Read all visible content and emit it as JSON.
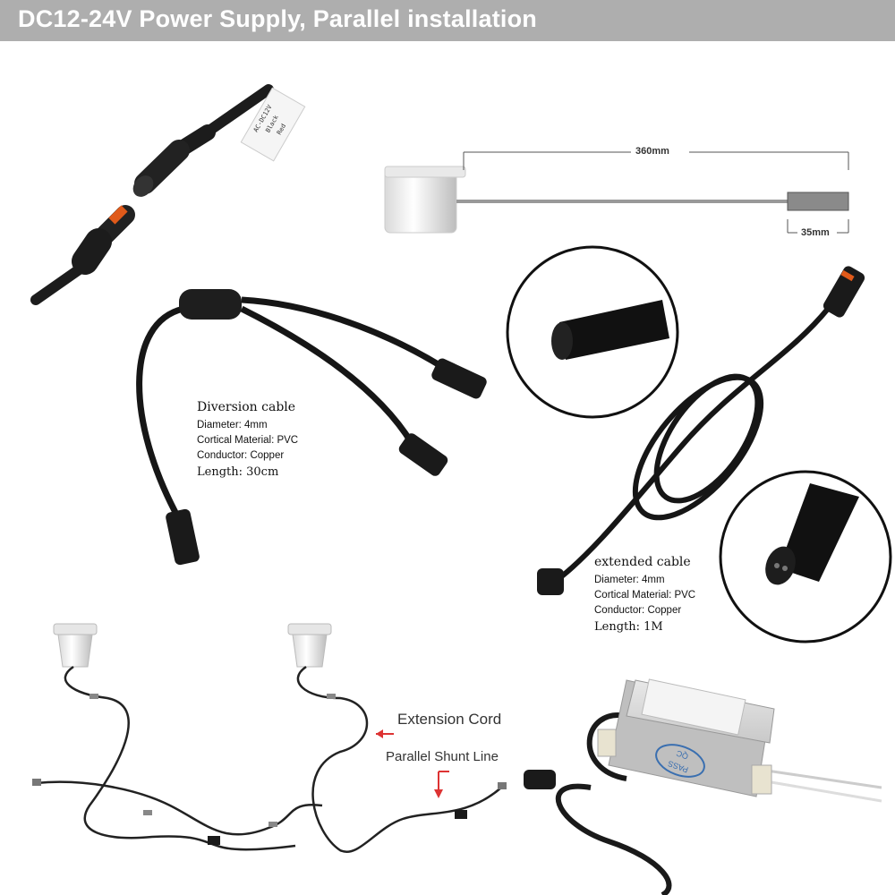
{
  "header": {
    "title": "DC12-24V Power Supply, Parallel installation"
  },
  "dimensions": {
    "cable_length": "360mm",
    "connector_length": "35mm"
  },
  "diversion_cable": {
    "title": "Diversion cable",
    "diameter": "Diameter: 4mm",
    "material": "Cortical Material: PVC",
    "conductor": "Conductor: Copper",
    "length": "Length: 30cm"
  },
  "extended_cable": {
    "title": "extended cable",
    "diameter": "Diameter: 4mm",
    "material": "Cortical Material: PVC",
    "conductor": "Conductor: Copper",
    "length": "Length: 1M"
  },
  "callouts": {
    "extension_cord": "Extension Cord",
    "parallel_shunt_line": "Parallel Shunt Line"
  },
  "connector_label": {
    "line1": "AC-DC12V",
    "line2": "Black",
    "line3": "Red"
  },
  "driver_stamp": {
    "line1": "PASS",
    "line2": "QC"
  }
}
